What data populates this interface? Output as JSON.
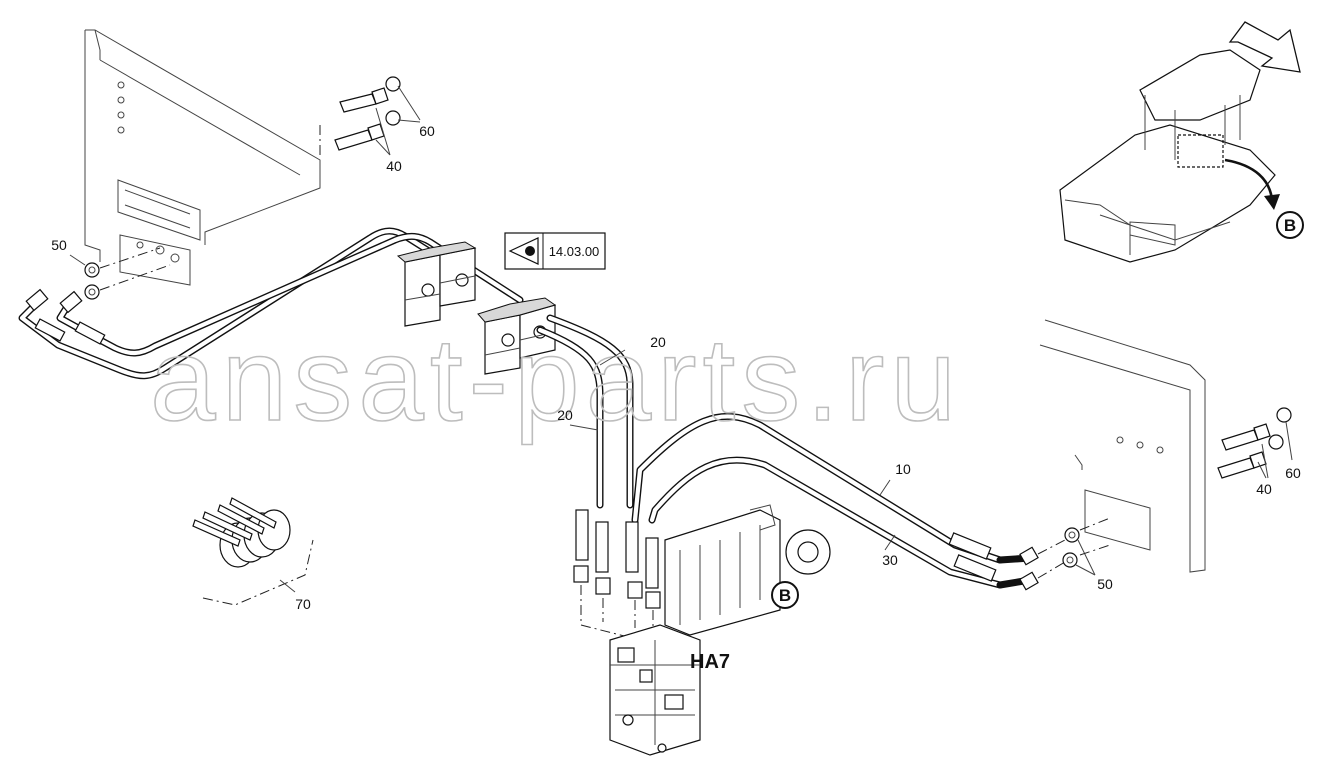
{
  "watermark": "ansat-parts.ru",
  "reference_box": {
    "label": "14.03.00",
    "icon": "eye-view-icon"
  },
  "callouts": {
    "c60_top": "60",
    "c40_top": "40",
    "c50_left": "50",
    "c20_a": "20",
    "c20_b": "20",
    "c10": "10",
    "c30": "30",
    "c60_right": "60",
    "c40_right": "40",
    "c50_right": "50",
    "c70": "70"
  },
  "valve_label": "HA7",
  "detail_marker": "B",
  "overview_marker": "B"
}
